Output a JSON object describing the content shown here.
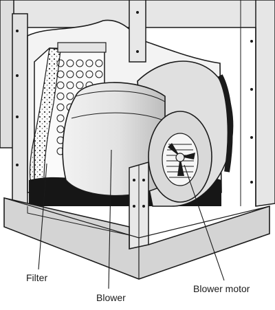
{
  "labels": {
    "filter": "Filter",
    "blower": "Blower",
    "blower_motor": "Blower motor"
  },
  "colors": {
    "ink": "#1a1a1a",
    "cabinet": "#e4e4e4",
    "shadow": "#161616",
    "base": "#d2d2d2"
  }
}
